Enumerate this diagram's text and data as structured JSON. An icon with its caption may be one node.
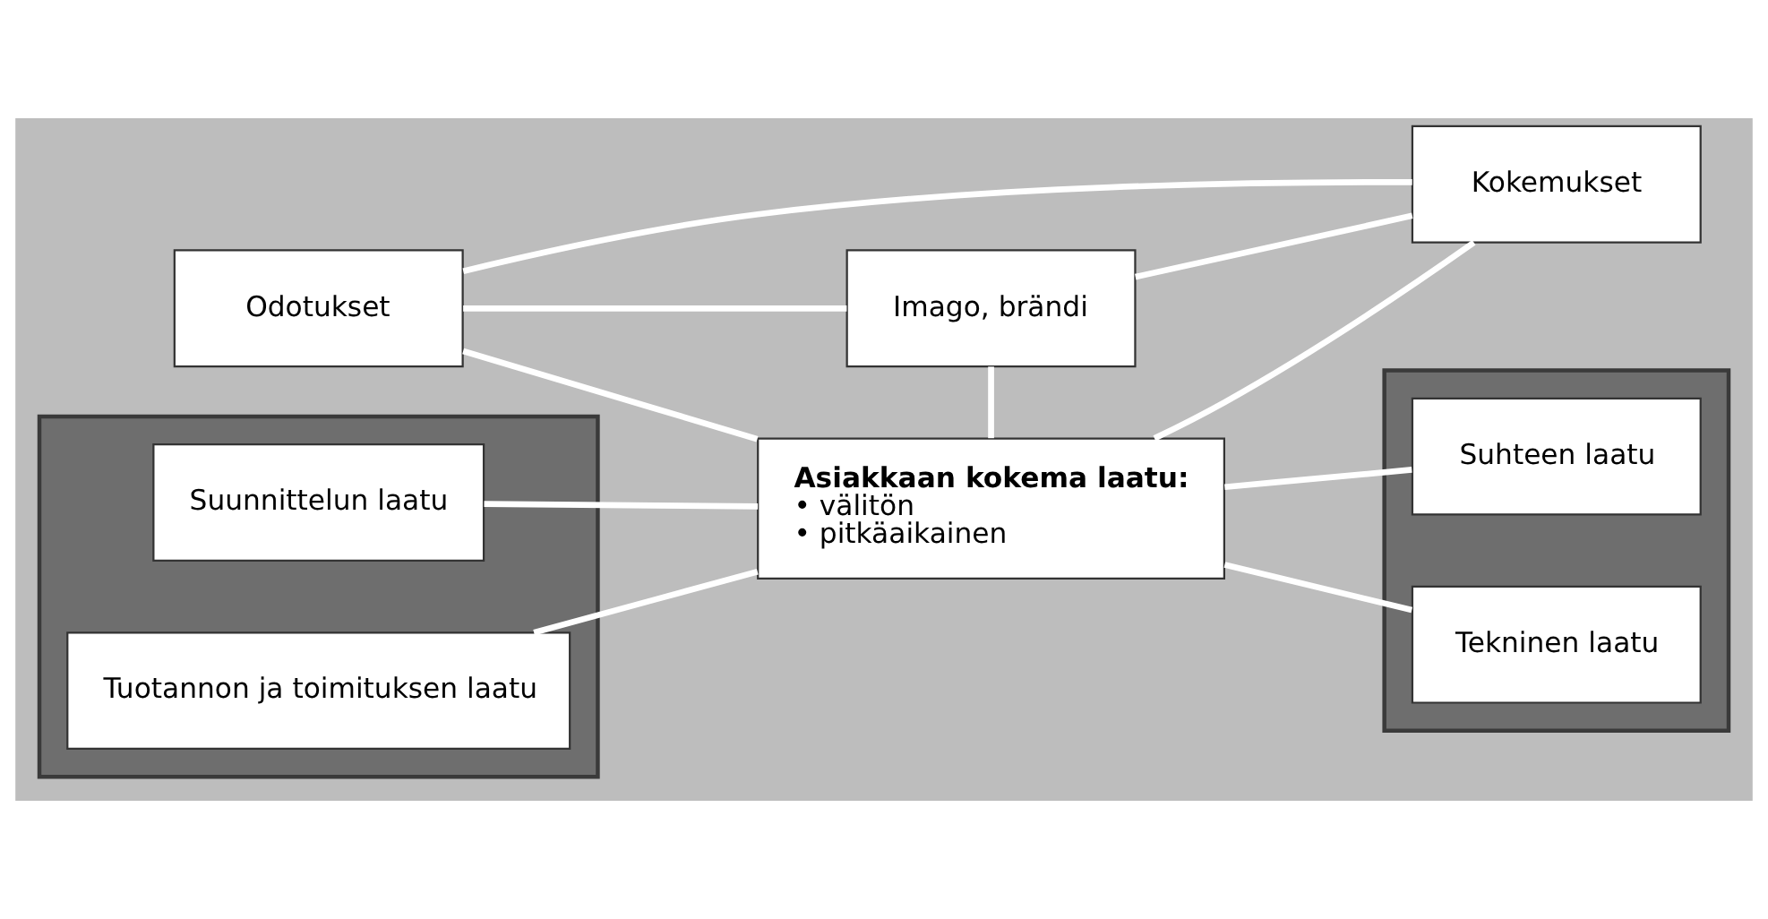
{
  "diagram": {
    "nodes": [
      {
        "text": [
          "Imago, brändi"
        ]
      },
      {
        "text": [
          "Odotukset"
        ]
      },
      {
        "text": [
          "Kokemukset"
        ]
      },
      {
        "text": [],
        "shape": "box"
      },
      {
        "text": [
          "Suunnittelun laatu"
        ],
        "in": 3
      },
      {
        "text": [
          "Tuotannon ja toimituksen laatu"
        ],
        "in": 3
      },
      {
        "text": [
          "Asiakkaan kokema laatu:",
          "• välitön",
          "• pitkäaikainen"
        ]
      },
      {
        "text": [],
        "shape": "box"
      },
      {
        "text": [
          "Suhteen laatu"
        ],
        "in": 7
      },
      {
        "text": [
          "Tekninen laatu"
        ],
        "in": 7
      }
    ],
    "edges": [
      {
        "from": 1,
        "to": 0,
        "arrow": "none"
      },
      {
        "from": 0,
        "to": 2,
        "arrow": "none"
      },
      {
        "from": 1,
        "to": 2,
        "arrow": "none"
      },
      {
        "from": 1,
        "to": 6,
        "arrow": "none"
      },
      {
        "from": 0,
        "to": 6,
        "arrow": "none"
      },
      {
        "from": 2,
        "to": 6,
        "arrow": "none"
      },
      {
        "from": 4,
        "to": 6,
        "arrow": "none"
      },
      {
        "from": 5,
        "to": 6,
        "arrow": "none"
      },
      {
        "from": 6,
        "to": 8,
        "arrow": "none"
      },
      {
        "from": 6,
        "to": 9,
        "arrow": "none"
      }
    ]
  }
}
